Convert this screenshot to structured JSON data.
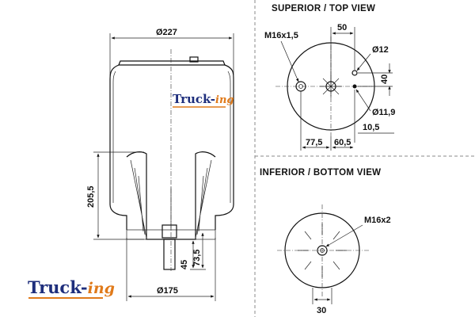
{
  "views": {
    "top": "SUPERIOR / TOP VIEW",
    "bottom": "INFERIOR / BOTTOM VIEW"
  },
  "side_view": {
    "top_diameter": "Ø227",
    "bottom_diameter": "Ø175",
    "height": "205,5",
    "stud_45": "45",
    "stud_73": "73,5"
  },
  "top_view": {
    "thread": "M16x1,5",
    "d50": "50",
    "hole_d12": "Ø12",
    "d40": "40",
    "hole_d11": "Ø11,9",
    "d10": "10,5",
    "d77": "77,5",
    "d60": "60,5"
  },
  "bottom_view": {
    "thread": "M16x2",
    "d30": "30"
  },
  "brand": {
    "name_main": "Truck-",
    "name_tail": "ing",
    "color_main": "#1e2e7c",
    "color_tail": "#e07a1a"
  }
}
